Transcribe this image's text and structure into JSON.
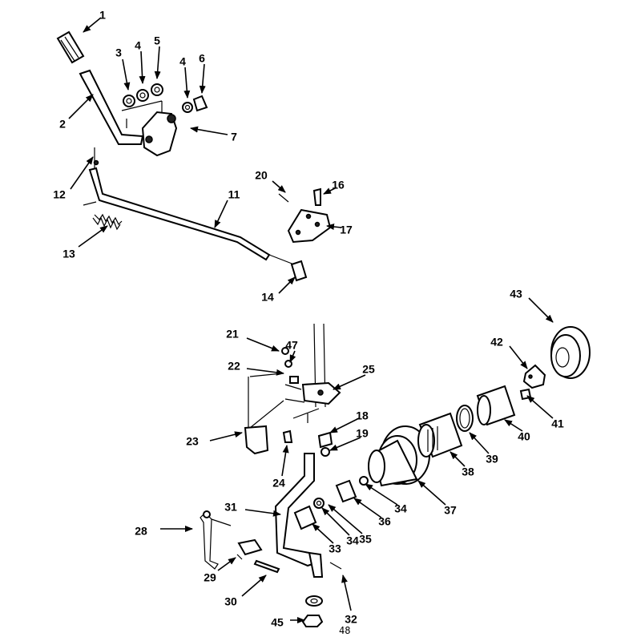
{
  "diagram": {
    "page_number": "48",
    "callouts": [
      "1",
      "2",
      "3",
      "4",
      "5",
      "4",
      "6",
      "7",
      "12",
      "11",
      "13",
      "20",
      "16",
      "17",
      "14",
      "21",
      "47",
      "22",
      "25",
      "18",
      "19",
      "23",
      "24",
      "43",
      "42",
      "41",
      "40",
      "39",
      "38",
      "37",
      "31",
      "34",
      "36",
      "35",
      "34",
      "33",
      "28",
      "29",
      "30",
      "32",
      "45"
    ]
  }
}
